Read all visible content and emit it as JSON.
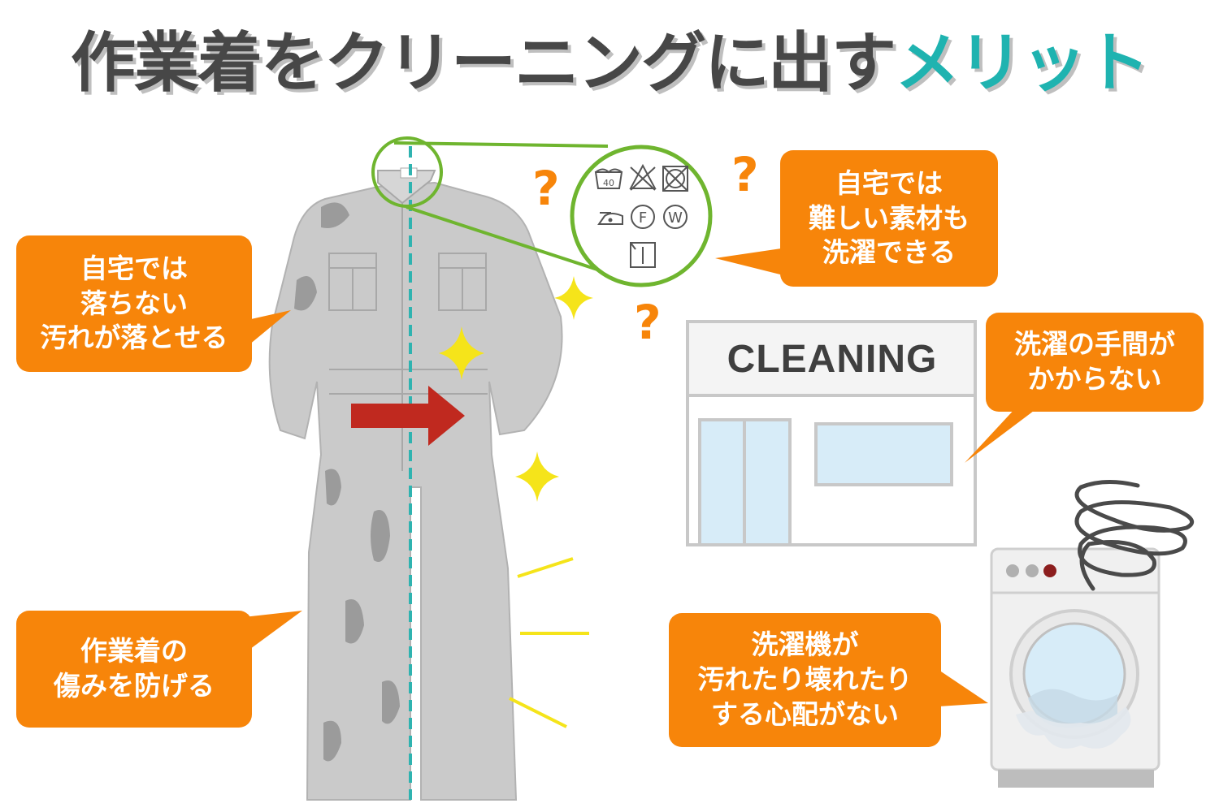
{
  "title": {
    "main": "作業着をクリーニングに出す",
    "accent": "メリット"
  },
  "colors": {
    "bubble": "#f7850a",
    "title_text": "#474747",
    "title_accent": "#1fb3b0",
    "coverall": "#cacaca",
    "arrow": "#c0291f",
    "magnifier": "#6fb52f",
    "sparkle": "#f5e41a"
  },
  "bubbles": {
    "stains": [
      "自宅では",
      "落ちない",
      "汚れが落とせる"
    ],
    "damage": [
      "作業着の",
      "傷みを防げる"
    ],
    "materials": [
      "自宅では",
      "難しい素材も",
      "洗濯できる"
    ],
    "effort": [
      "洗濯の手間が",
      "かからない"
    ],
    "machine": [
      "洗濯機が",
      "汚れたり壊れたり",
      "する心配がない"
    ]
  },
  "store": {
    "sign": "CLEANING"
  },
  "care_label": {
    "wash_temp": "40",
    "dry_clean_f": "F",
    "wet_clean_w": "W"
  },
  "question_mark": "?",
  "icons": [
    "coverall-illustration",
    "magnifier-icon",
    "care-label-icons",
    "question-mark-icon",
    "sparkle-icon",
    "red-arrow-icon",
    "cleaning-store-icon",
    "washing-machine-icon"
  ]
}
